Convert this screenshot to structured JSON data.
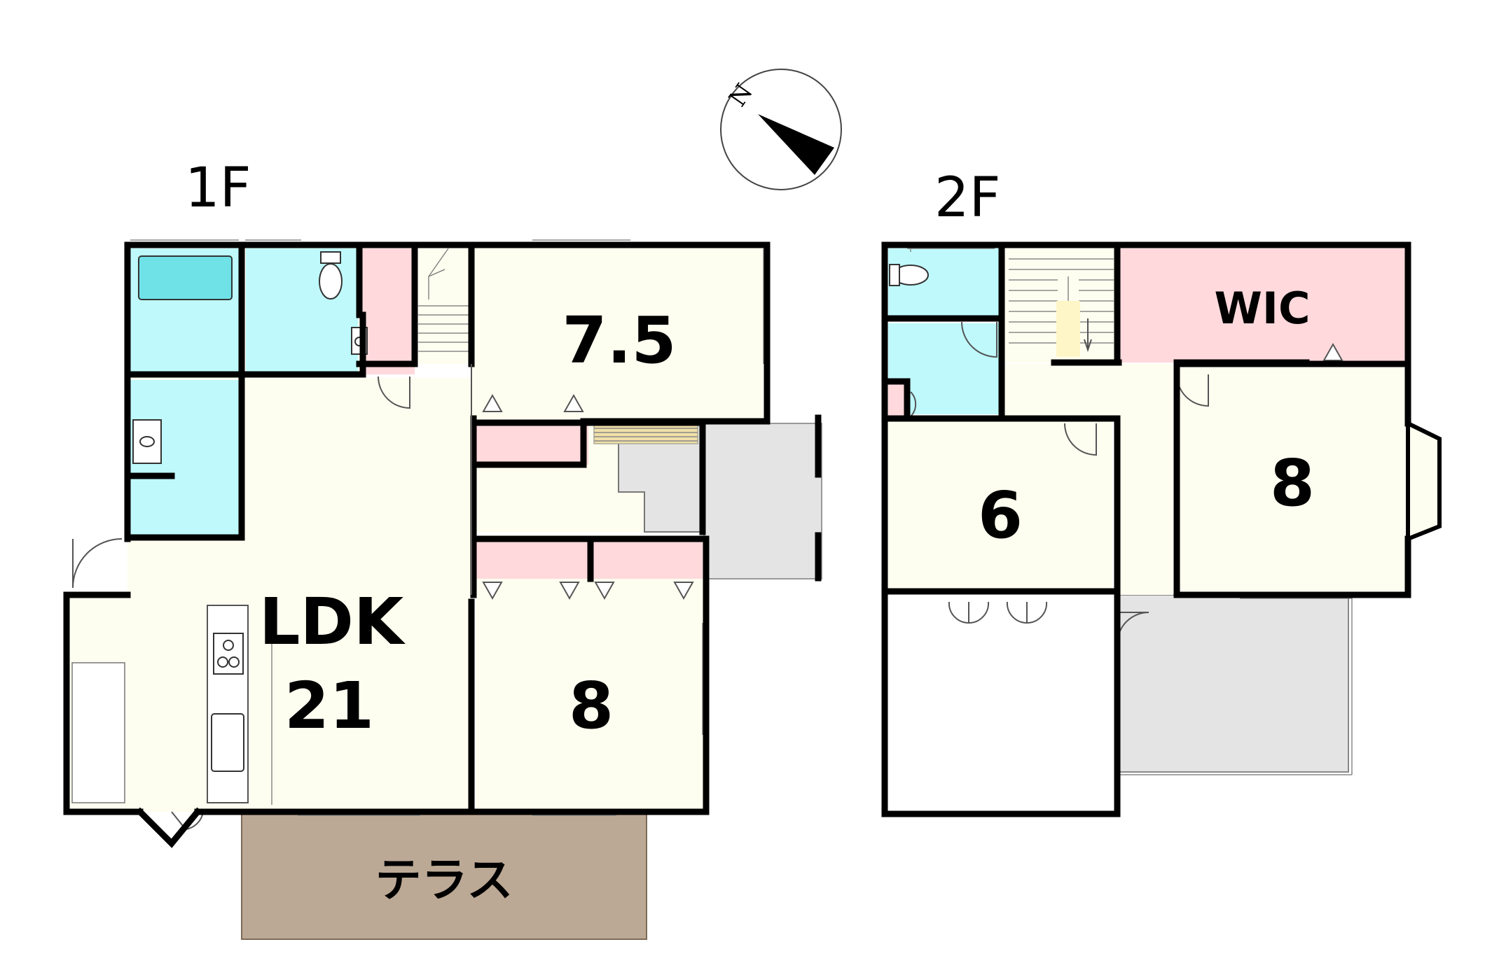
{
  "floors": {
    "first": {
      "label": "1F",
      "rooms": {
        "ldk_label": "LDK",
        "ldk_size": "21",
        "north_room_size": "7.5",
        "south_room_size": "8",
        "terrace": "テラス"
      }
    },
    "second": {
      "label": "2F",
      "rooms": {
        "wic": "WIC",
        "west_room_size": "6",
        "east_room_size": "8"
      }
    }
  },
  "compass": {
    "label": "N"
  },
  "colors": {
    "living": "#fefef0",
    "wet_area": "#bff9fb",
    "storage": "#ffd9dc",
    "balcony": "#e4e4e4",
    "terrace": "#bca995",
    "stairs": "#fefef0",
    "wall": "#000000"
  }
}
